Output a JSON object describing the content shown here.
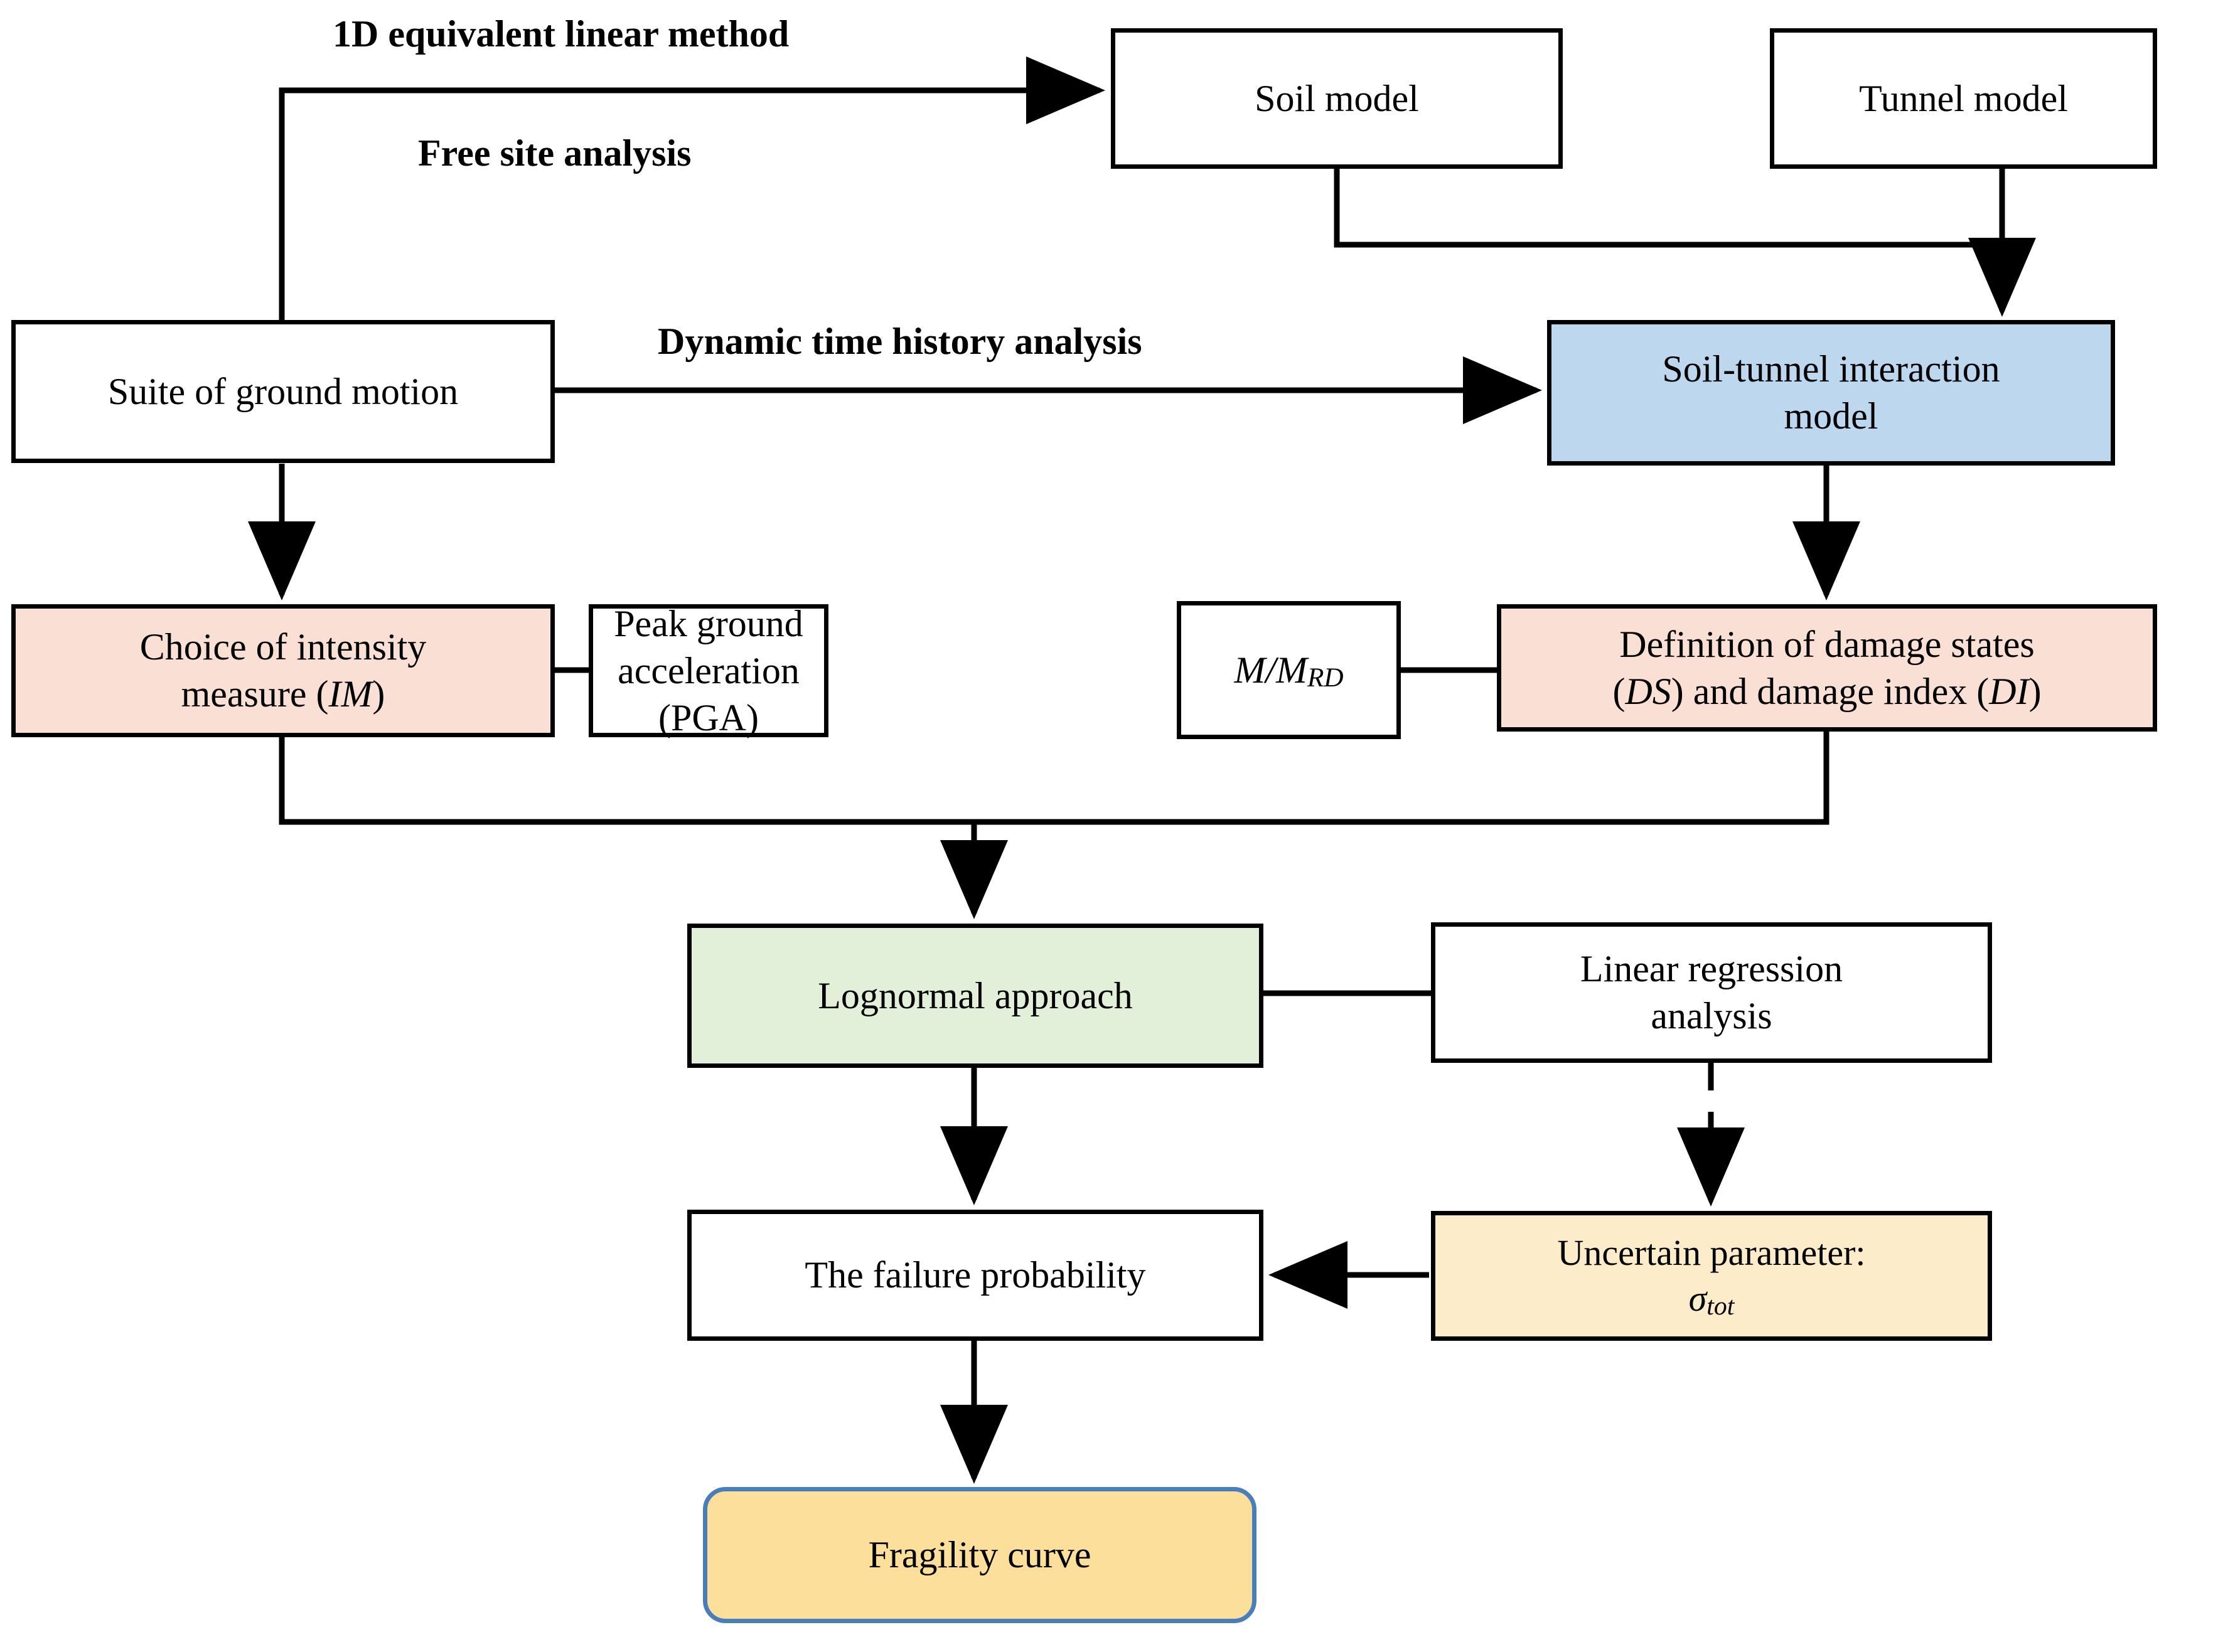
{
  "diagram": {
    "title": "Fragility analysis framework flowchart",
    "colors": {
      "blue_fill": "#bdd7ee",
      "pink_fill": "#fae0d4",
      "green_fill": "#e2efd9",
      "cream_fill": "#fcecc9",
      "yellow_fill": "#fcdf9a",
      "rounded_border": "#4a7ebb",
      "line": "#000000"
    },
    "edge_labels": [
      {
        "id": "label-1d-equivalent",
        "text": "1D equivalent linear method"
      },
      {
        "id": "label-free-site",
        "text": "Free site analysis"
      },
      {
        "id": "label-dynamic-time-history",
        "text": "Dynamic time history analysis"
      }
    ],
    "nodes": [
      {
        "id": "soil-model",
        "label": "Soil model",
        "fill": "#ffffff"
      },
      {
        "id": "tunnel-model",
        "label": "Tunnel model",
        "fill": "#ffffff"
      },
      {
        "id": "suite-ground-motion",
        "label": "Suite of ground motion",
        "fill": "#ffffff"
      },
      {
        "id": "soil-tunnel-interaction",
        "label_line1": "Soil-tunnel interaction",
        "label_line2": "model",
        "fill": "#bdd7ee"
      },
      {
        "id": "choice-intensity-measure",
        "label_line1": "Choice of intensity",
        "label_line2_pre": "measure (",
        "label_line2_em": "IM",
        "label_line2_post": ")",
        "fill": "#fae0d4"
      },
      {
        "id": "peak-ground-acceleration",
        "label_line1": "Peak ground",
        "label_line2": "acceleration (PGA)",
        "fill": "#ffffff"
      },
      {
        "id": "m-over-mrd",
        "label_em": "M/M",
        "label_sub": "RD",
        "fill": "#ffffff"
      },
      {
        "id": "damage-states",
        "label_line1": "Definition of damage states",
        "label_line2_a": "(",
        "label_line2_em1": "DS",
        "label_line2_b": ") and damage index (",
        "label_line2_em2": "DI",
        "label_line2_c": ")",
        "fill": "#fae0d4"
      },
      {
        "id": "lognormal-approach",
        "label": "Lognormal approach",
        "fill": "#e2efd9"
      },
      {
        "id": "linear-regression",
        "label_line1": "Linear regression",
        "label_line2": "analysis",
        "fill": "#ffffff"
      },
      {
        "id": "failure-probability",
        "label": "The failure probability",
        "fill": "#ffffff"
      },
      {
        "id": "uncertain-parameter",
        "label_line1": "Uncertain parameter:",
        "label_line2_em": "σ",
        "label_line2_sub": "tot",
        "fill": "#fcecc9"
      },
      {
        "id": "fragility-curve",
        "label": "Fragility  curve",
        "fill": "#fcdf9a"
      }
    ]
  }
}
